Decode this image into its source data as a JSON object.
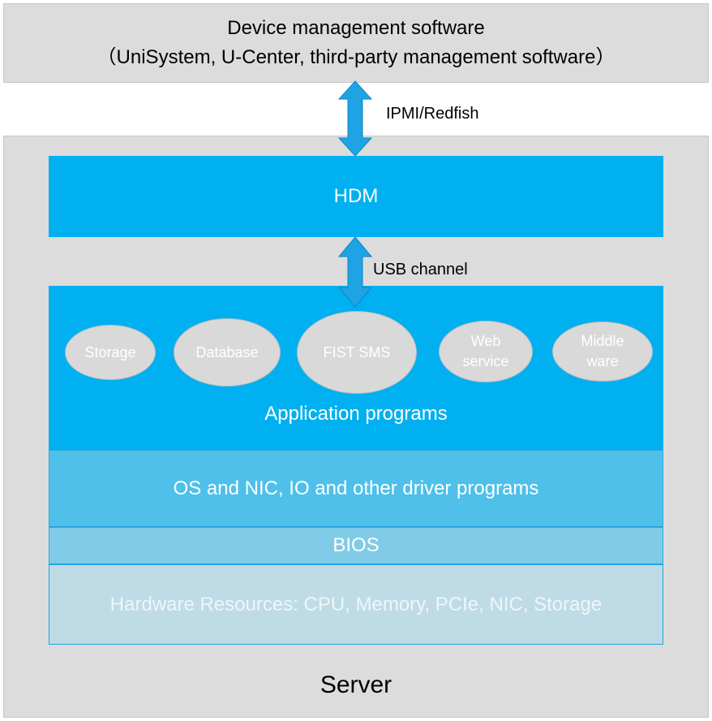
{
  "management": {
    "line1": "Device management software",
    "line2": "（UniSystem, U-Center, third-party management software）"
  },
  "connections": {
    "top_label": "IPMI/Redfish",
    "mid_label": "USB channel"
  },
  "hdm": {
    "label": "HDM"
  },
  "applications": {
    "items": [
      "Storage",
      "Database",
      "FIST SMS",
      "Web\nservice",
      "Middle\nware"
    ],
    "label": "Application programs"
  },
  "layers": {
    "os": "OS and NIC, IO and other driver programs",
    "bios": "BIOS",
    "hardware": "Hardware Resources: CPU, Memory, PCIe, NIC, Storage"
  },
  "server": {
    "label": "Server"
  },
  "colors": {
    "blue": "#00b0f0",
    "gray": "#dcdcdc",
    "arrow": "#1ea4e4"
  }
}
